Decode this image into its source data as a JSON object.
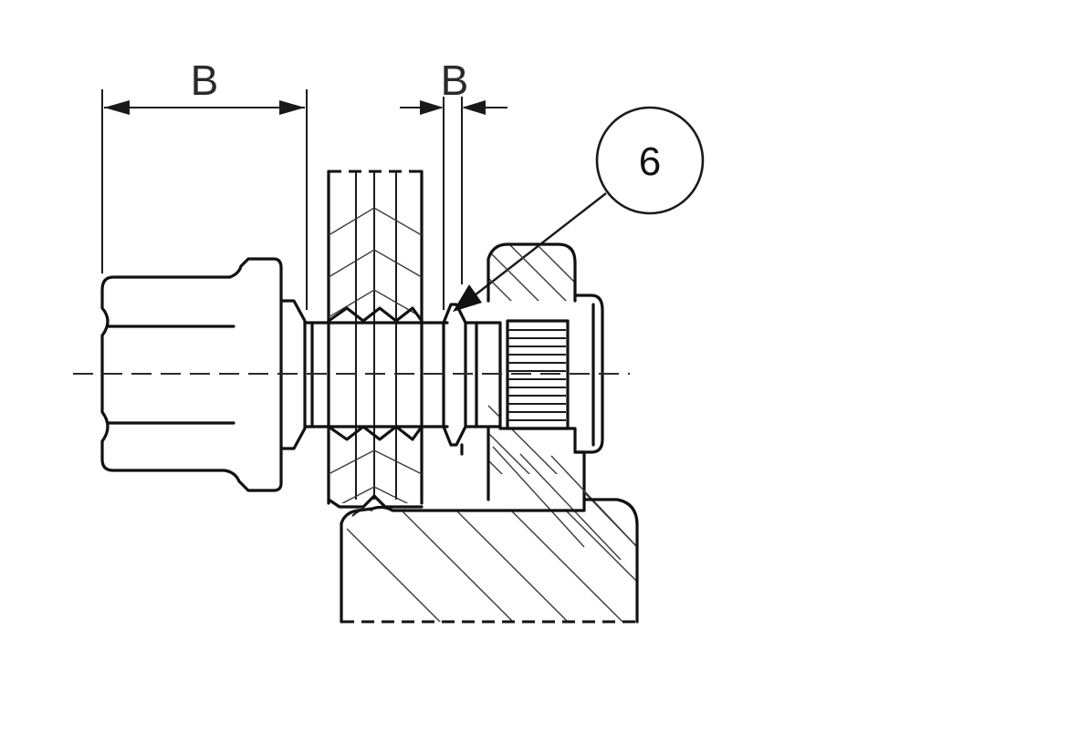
{
  "dimensions": {
    "left_label": "B",
    "right_label": "B"
  },
  "callout": {
    "label": "6"
  },
  "colors": {
    "line": "#111111",
    "background": "#ffffff"
  }
}
